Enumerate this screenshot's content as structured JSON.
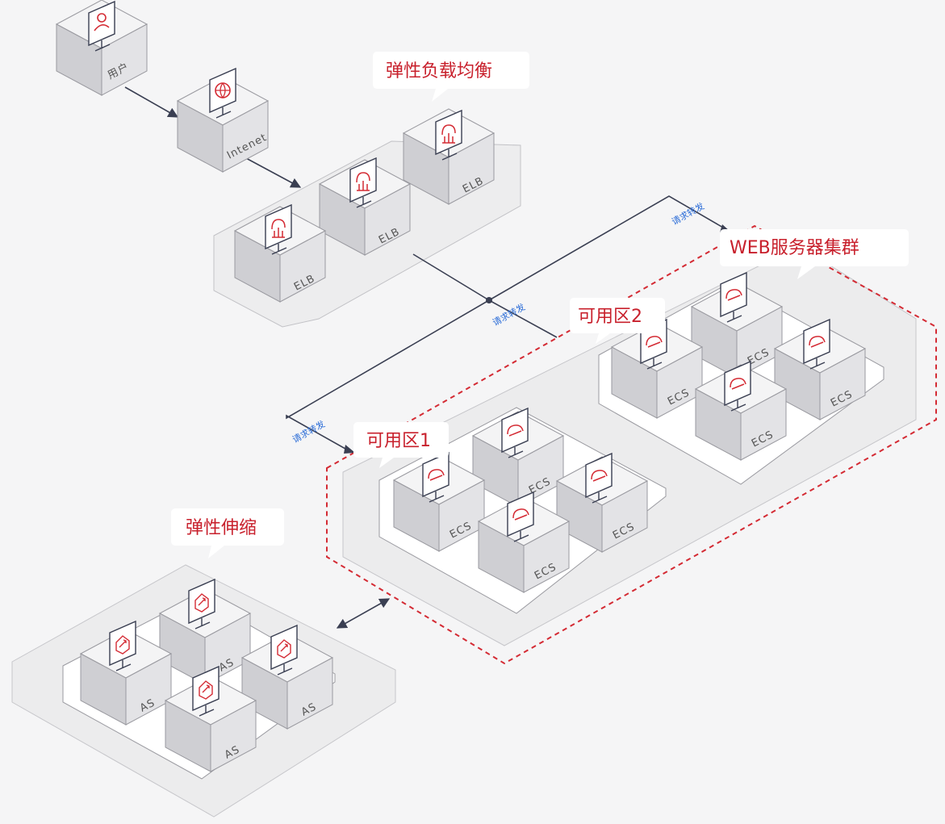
{
  "callouts": {
    "elb_group": "弹性负载均衡",
    "web_cluster": "WEB服务器集群",
    "az2": "可用区2",
    "az1": "可用区1",
    "autoscaling": "弹性伸缩"
  },
  "nodes": {
    "user": "用户",
    "internet": "Intenet",
    "elb": "ELB",
    "ecs": "ECS",
    "as": "AS"
  },
  "flow_label": "请求转发",
  "colors": {
    "accent": "#d42b34",
    "flow": "#2f6fd8",
    "line": "#3a3f52",
    "box_top": "#f3f3f4",
    "box_left": "#d6d6d8",
    "box_right": "#e4e4e6"
  }
}
